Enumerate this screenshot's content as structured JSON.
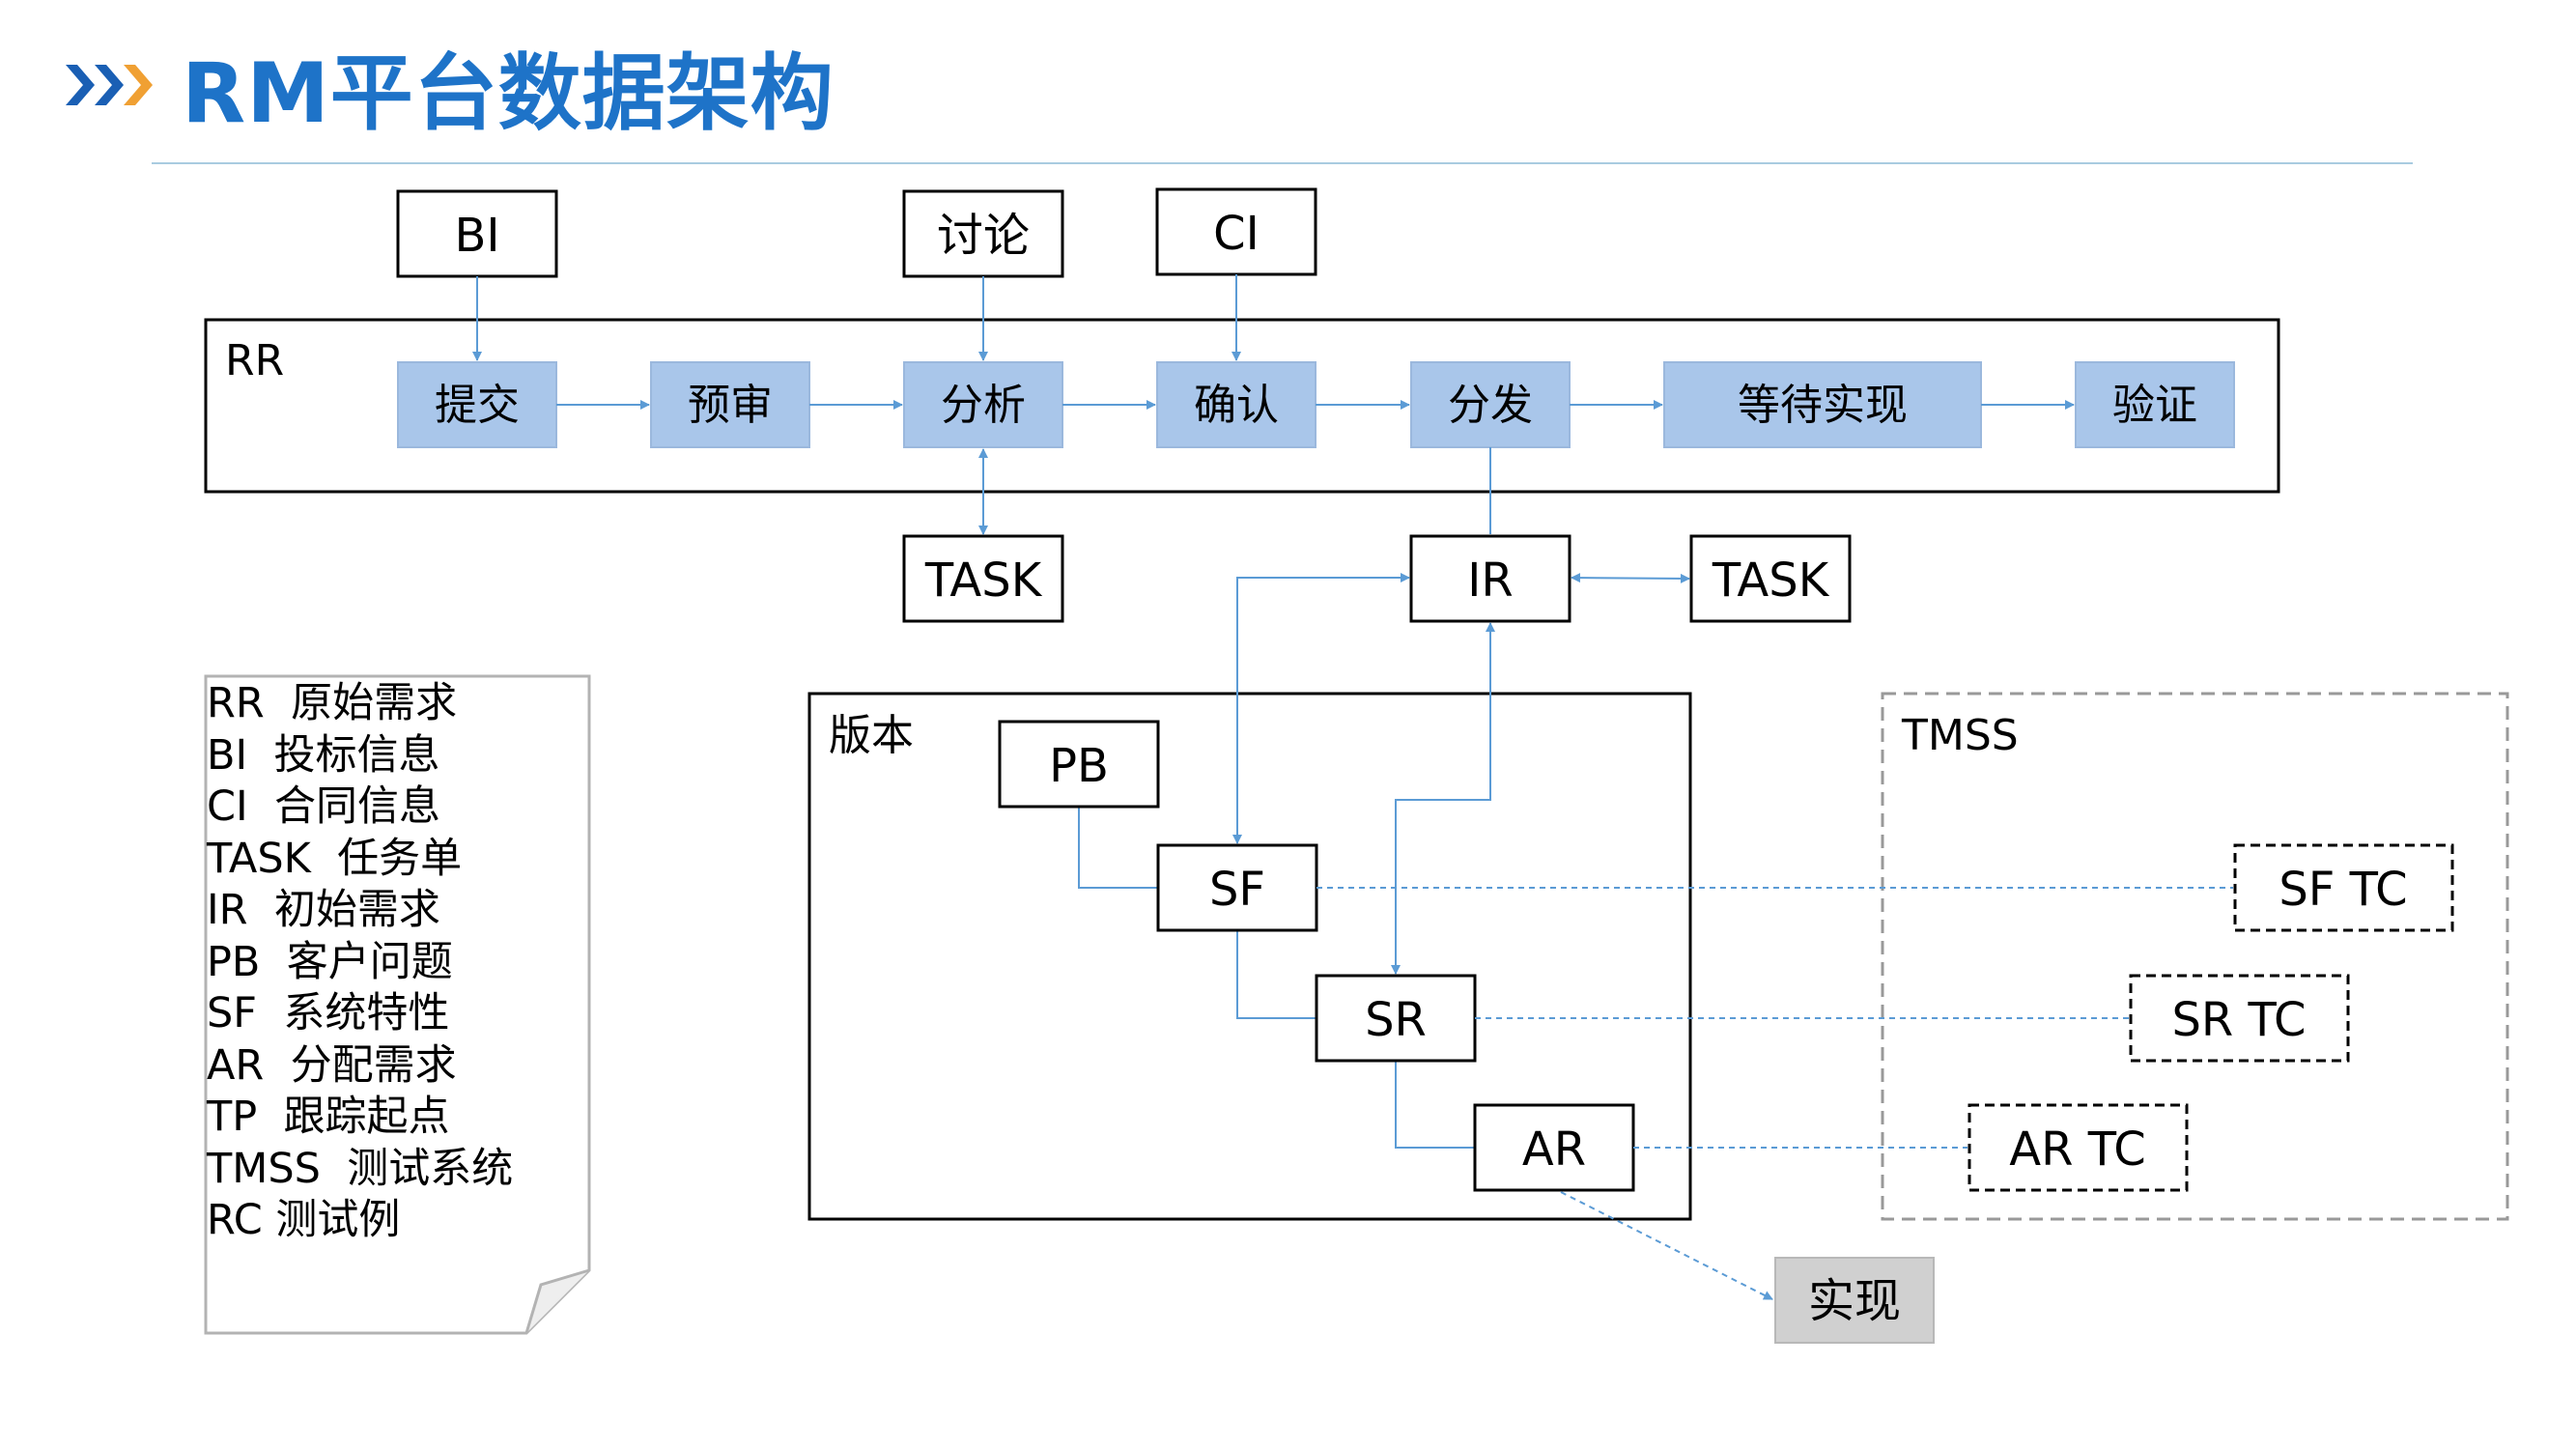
{
  "title": "RM平台数据架构",
  "colors": {
    "title": "#1e73c8",
    "arrow_dark": "#1a5fb4",
    "arrow_light": "#f0a033",
    "process_fill": "#a9c6ea",
    "process_stroke": "#9bb8dd",
    "connector": "#5b9bd5",
    "impl_fill": "#d0d0d0"
  },
  "rr_container": {
    "label": "RR"
  },
  "process_steps": [
    "提交",
    "预审",
    "分析",
    "确认",
    "分发",
    "等待实现",
    "验证"
  ],
  "inputs": {
    "bi": "BI",
    "discuss": "讨论",
    "ci": "CI"
  },
  "task_analysis": "TASK",
  "ir": "IR",
  "task_ir": "TASK",
  "version_container": {
    "label": "版本"
  },
  "version_items": {
    "pb": "PB",
    "sf": "SF",
    "sr": "SR",
    "ar": "AR"
  },
  "tmss_container": {
    "label": "TMSS"
  },
  "test_cases": {
    "sf_tc": "SF TC",
    "sr_tc": "SR TC",
    "ar_tc": "AR TC"
  },
  "implement": "实现",
  "legend": [
    "RR  原始需求",
    "BI  投标信息",
    "CI  合同信息",
    "TASK  任务单",
    "IR  初始需求",
    "PB  客户问题",
    "SF  系统特性",
    "AR  分配需求",
    "TP  跟踪起点",
    "TMSS  测试系统",
    "RC 测试例"
  ]
}
